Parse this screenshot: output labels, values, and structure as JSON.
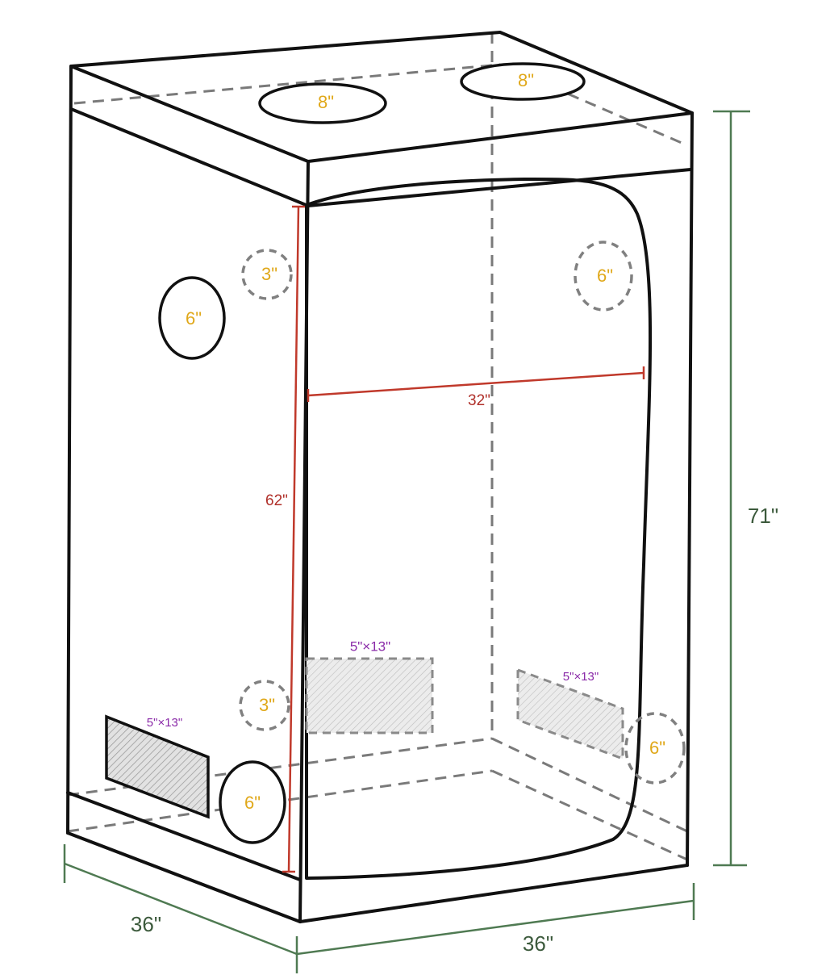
{
  "colors": {
    "outline": "#111111",
    "hidden_edge": "#7a7a7a",
    "port_label": "#e0a81a",
    "vent_label": "#8a2aa8",
    "door_dimension": "#c0392b",
    "tent_dimension": "#4f7a52"
  },
  "top": {
    "port_front_label": "8\"",
    "port_back_label": "8\""
  },
  "left_side": {
    "port_6_label": "6\"",
    "port_6_bottom_label": "6\"",
    "vent_label": "5\"×13\""
  },
  "front": {
    "port_3_top_label": "3\"",
    "port_3_bottom_label": "3\"",
    "port_6_label": "6\"",
    "vent_label": "5\"×13\""
  },
  "right_side": {
    "port_6_label": "6\"",
    "vent_label": "5\"×13\""
  },
  "door": {
    "width_label": "32\"",
    "height_label": "62\""
  },
  "dimensions": {
    "height_label": "71\"",
    "depth_label": "36\"",
    "width_label": "36\""
  }
}
